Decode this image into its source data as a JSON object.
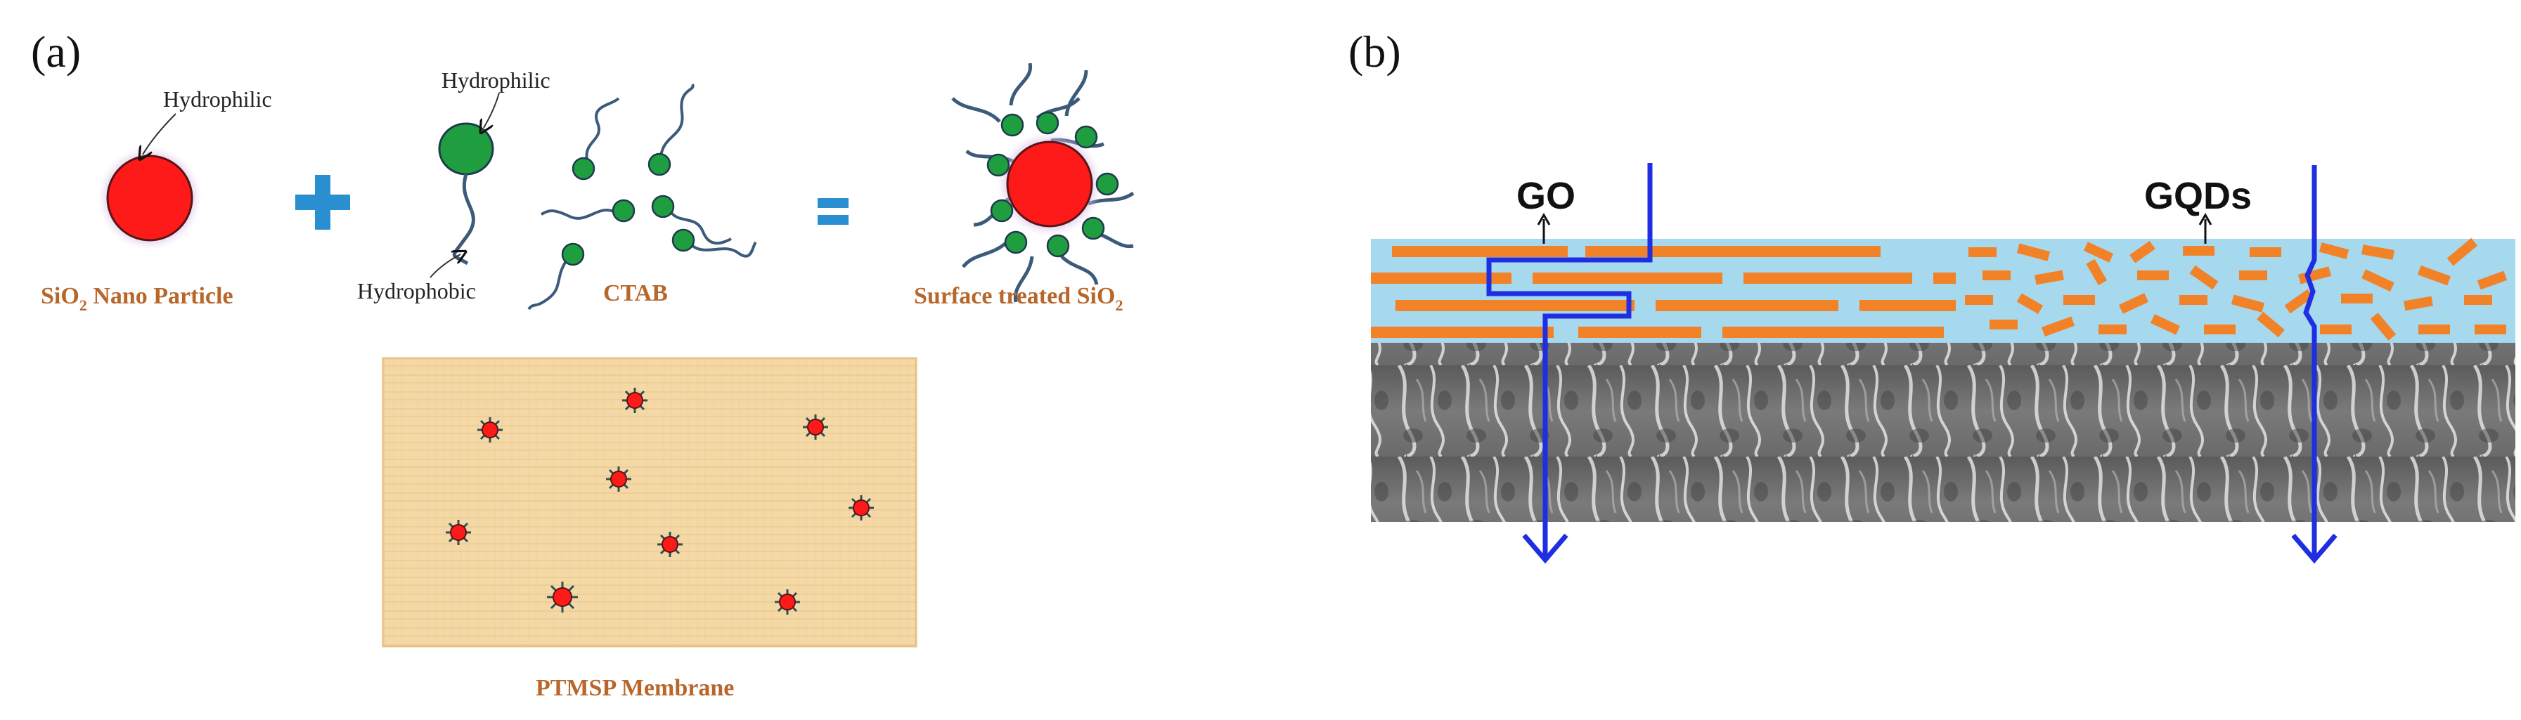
{
  "panel_a": {
    "letter": "(a)",
    "sio2_label": "SiO",
    "sio2_sub": "2",
    "sio2_suffix": " Nano Particle",
    "hydrophilic_1": "Hydrophilic",
    "hydrophilic_2": "Hydrophilic",
    "hydrophobic": "Hydrophobic",
    "ctab": "CTAB",
    "surface_label": "Surface treated SiO",
    "surface_sub": "2",
    "membrane_label": "PTMSP Membrane",
    "operators": {
      "plus": "+",
      "equals": "="
    }
  },
  "panel_b": {
    "letter": "(b)",
    "go_label": "GO",
    "gqds_label": "GQDs"
  },
  "colors": {
    "particle_red": "#ff1a1a",
    "particle_glow": "#c9a6dd",
    "ctab_head": "#1e9e3e",
    "ctab_tail": "#3c5a7a",
    "operator_blue": "#2a8fd0",
    "label_brown": "#b8662a",
    "layer_blue": "#a6d8ee",
    "sheet_orange": "#f28227",
    "path_blue": "#1f2ee0",
    "membrane_tan": "#f4d9a6"
  }
}
